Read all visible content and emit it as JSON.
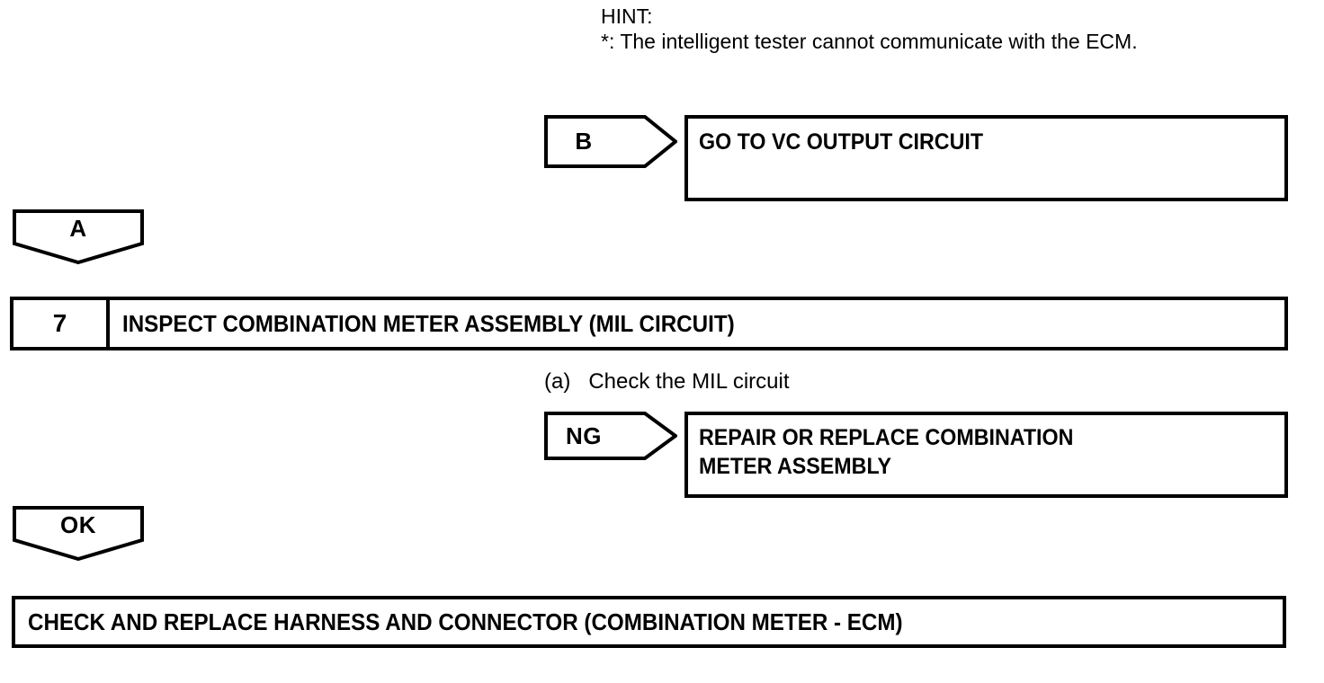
{
  "document": {
    "type": "automotive-troubleshooting-flowchart",
    "background_color": "#ffffff",
    "line_color": "#000000"
  },
  "hint": {
    "heading": "HINT:",
    "note": "*: The intelligent tester cannot communicate with the ECM."
  },
  "branch_b": {
    "tag_label": "B",
    "result_text": "GO TO VC OUTPUT CIRCUIT"
  },
  "connector_a": {
    "label": "A"
  },
  "step_7": {
    "number": "7",
    "title": "INSPECT COMBINATION METER ASSEMBLY (MIL CIRCUIT)",
    "procedure": "(a)   Check the MIL circuit"
  },
  "branch_ng": {
    "tag_label": "NG",
    "result_text": "REPAIR OR REPLACE COMBINATION\nMETER ASSEMBLY"
  },
  "connector_ok": {
    "label": "OK"
  },
  "final_step": {
    "text": "CHECK AND REPLACE HARNESS AND CONNECTOR (COMBINATION METER - ECM)"
  }
}
